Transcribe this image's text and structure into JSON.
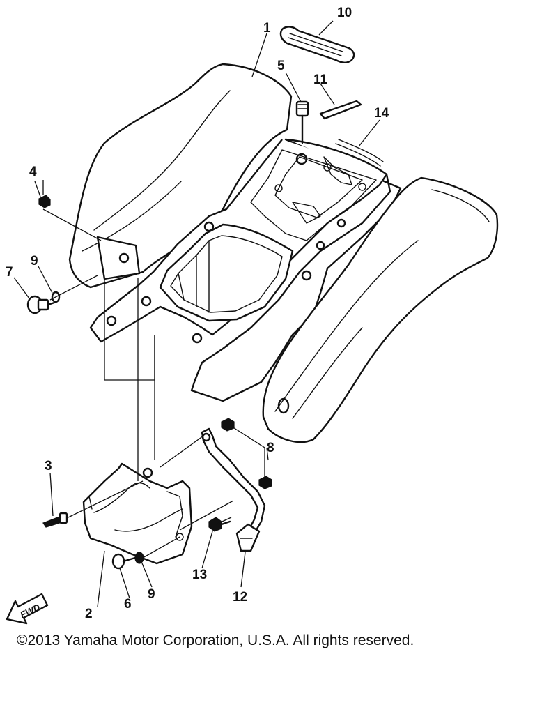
{
  "callouts": {
    "c1": "1",
    "c2": "2",
    "c3": "3",
    "c4": "4",
    "c5": "5",
    "c6": "6",
    "c7": "7",
    "c8": "8",
    "c9a": "9",
    "c9b": "9",
    "c10": "10",
    "c11": "11",
    "c12": "12",
    "c13": "13",
    "c14": "14"
  },
  "fwd_arrow_label": "FWD",
  "copyright": "©2013 Yamaha Motor Corporation, U.S.A. All rights reserved."
}
